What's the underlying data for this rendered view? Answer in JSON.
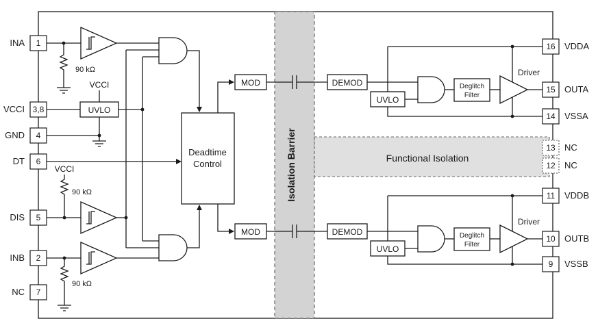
{
  "pins_left": [
    {
      "num": "1",
      "name": "INA"
    },
    {
      "num": "3,8",
      "name": "VCCI"
    },
    {
      "num": "4",
      "name": "GND"
    },
    {
      "num": "6",
      "name": "DT"
    },
    {
      "num": "5",
      "name": "DIS"
    },
    {
      "num": "2",
      "name": "INB"
    },
    {
      "num": "7",
      "name": "NC"
    }
  ],
  "pins_right": [
    {
      "num": "16",
      "name": "VDDA"
    },
    {
      "num": "15",
      "name": "OUTA"
    },
    {
      "num": "14",
      "name": "VSSA"
    },
    {
      "num": "13",
      "name": "NC"
    },
    {
      "num": "12",
      "name": "NC"
    },
    {
      "num": "11",
      "name": "VDDB"
    },
    {
      "num": "10",
      "name": "OUTB"
    },
    {
      "num": "9",
      "name": "VSSB"
    }
  ],
  "labels": {
    "resistor_ina": "90 kΩ",
    "resistor_dis": "90 kΩ",
    "resistor_inb": "90 kΩ",
    "vcci_supply": "VCCI",
    "vcci_dis": "VCCI",
    "uvlo_input": "UVLO",
    "deadtime_line1": "Deadtime",
    "deadtime_line2": "Control",
    "mod_a": "MOD",
    "mod_b": "MOD",
    "isolation_barrier": "Isolation Barrier",
    "functional_isolation": "Functional Isolation",
    "demod_a": "DEMOD",
    "demod_b": "DEMOD",
    "uvlo_a": "UVLO",
    "uvlo_b": "UVLO",
    "deglitch_a_line1": "Deglitch",
    "deglitch_a_line2": "Filter",
    "deglitch_b_line1": "Deglitch",
    "deglitch_b_line2": "Filter",
    "driver_a": "Driver",
    "driver_b": "Driver"
  },
  "colors": {
    "barrier_fill": "#d3d3d3",
    "functional_fill": "#e0e0e0",
    "line": "#1a1a1a"
  }
}
